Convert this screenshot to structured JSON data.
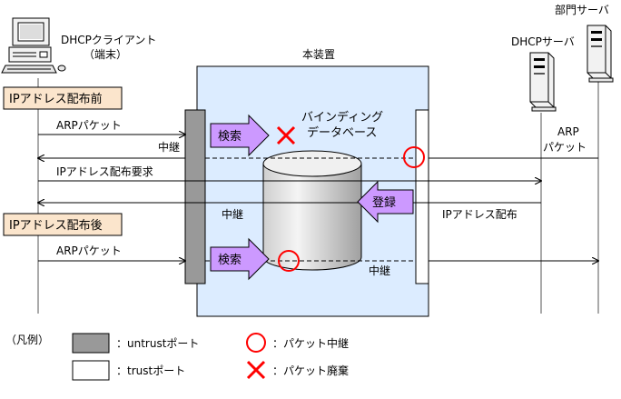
{
  "labels": {
    "client_name": "DHCPクライアント",
    "client_sub": "（端末）",
    "device_title": "本装置",
    "dhcp_server": "DHCPサーバ",
    "dept_server": "部門サーバ",
    "phase_before": "IPアドレス配布前",
    "phase_after": "IPアドレス配布後",
    "arp_packet_1": "ARPパケット",
    "relay_1": "中継",
    "ip_request": "IPアドレス配布要求",
    "relay_2": "中継",
    "arp_packet_2": "ARPパケット",
    "relay_3": "中継",
    "search_1": "検索",
    "search_2": "検索",
    "register": "登録",
    "binding_db_1": "バインディング",
    "binding_db_2": "データベース",
    "arp_label_1": "ARP",
    "arp_label_2": "パケット",
    "ip_distribute": "IPアドレス配布"
  },
  "legend": {
    "title": "（凡例）",
    "untrust": "：untrustポート",
    "trust": "：trustポート",
    "relay": "：パケット中継",
    "discard": "：パケット廃棄"
  },
  "colors": {
    "device_fill": "#dcecff",
    "phase_fill": "#fbe5cc",
    "arrow_fill": "#cc99ff",
    "untrust_fill": "#999999",
    "mark_red": "#ff0000",
    "cylinder_light": "#f2f2f2",
    "cylinder_dark": "#a6a6a6"
  }
}
